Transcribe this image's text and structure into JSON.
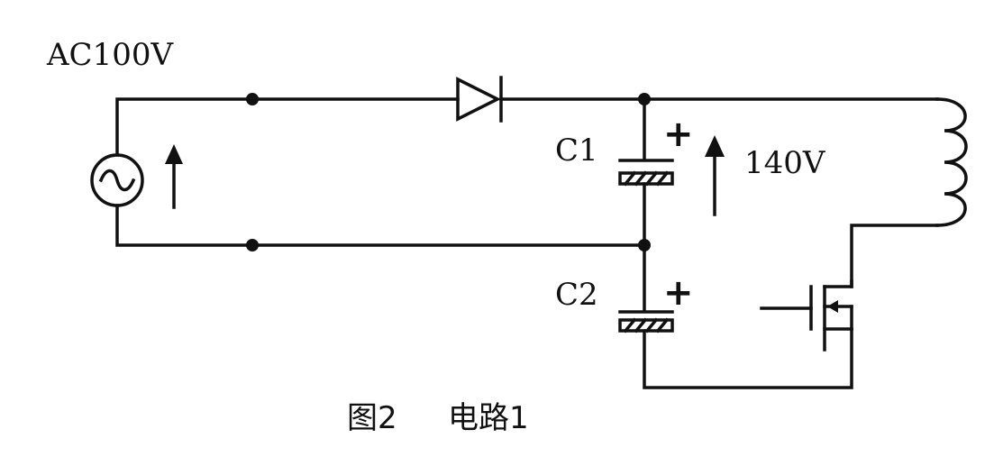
{
  "diagram": {
    "source_label": "AC100V",
    "cap1_label": "C1",
    "cap2_label": "C2",
    "voltage_label": "140V",
    "cap1_polarity": "+",
    "cap2_polarity": "+",
    "caption_fig": "图2",
    "caption_title": "电路1"
  }
}
